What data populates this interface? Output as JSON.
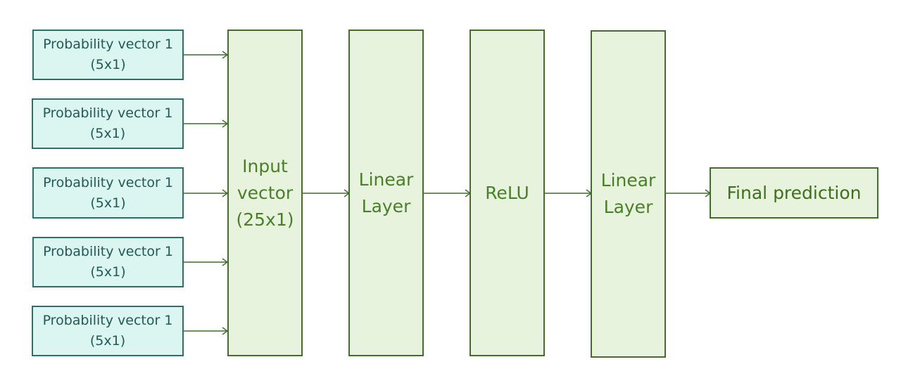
{
  "diagram": {
    "inputs": [
      {
        "label": "Probability vector 1\n(5x1)"
      },
      {
        "label": "Probability vector 1\n(5x1)"
      },
      {
        "label": "Probability vector 1\n(5x1)"
      },
      {
        "label": "Probability vector 1\n(5x1)"
      },
      {
        "label": "Probability vector 1\n(5x1)"
      }
    ],
    "input_vector": {
      "label": "Input\nvector\n(25x1)"
    },
    "linear_layer_1": {
      "label": "Linear\nLayer"
    },
    "relu": {
      "label": "ReLU"
    },
    "linear_layer_2": {
      "label": "Linear\nLayer"
    },
    "final_prediction": {
      "label": "Final prediction"
    }
  },
  "colors": {
    "input_fill": "#dbf5f0",
    "input_border": "#2f6f6a",
    "input_text": "#225a57",
    "layer_fill": "#e8f3dd",
    "layer_border": "#476b2e",
    "layer_text": "#4a7f2a",
    "arrow": "#3d6f2b"
  }
}
